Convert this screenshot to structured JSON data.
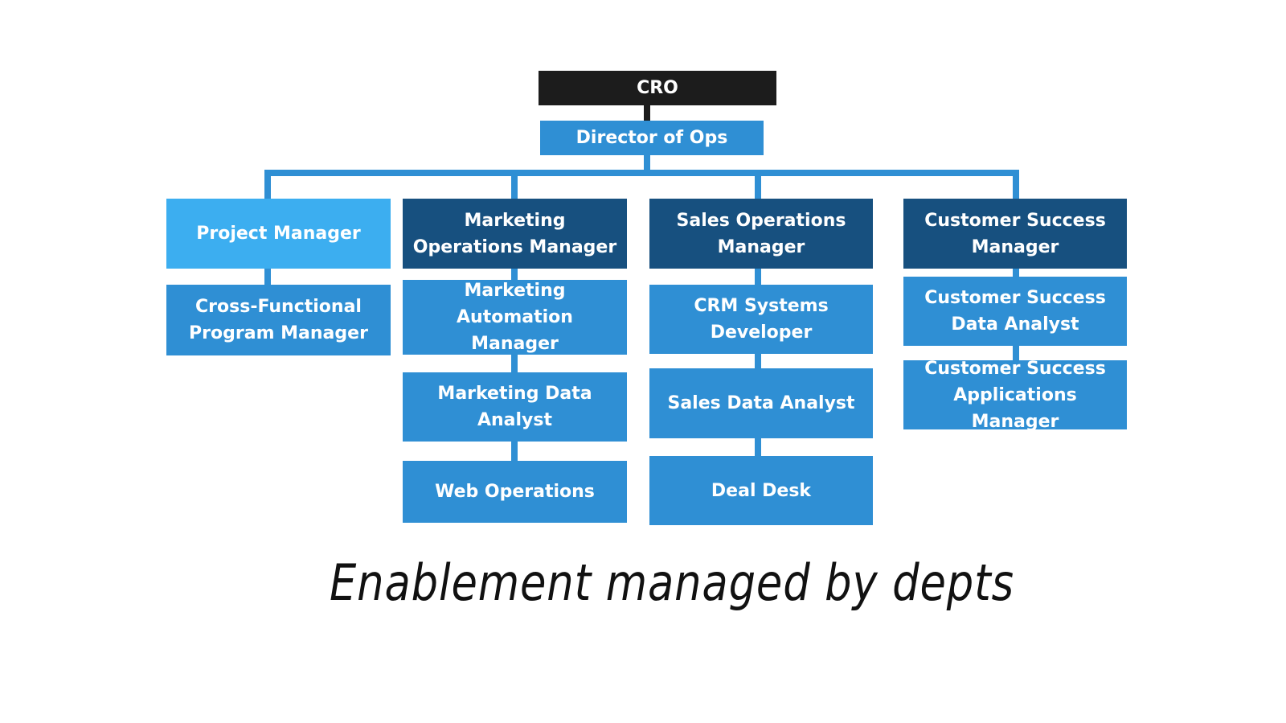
{
  "diagram": {
    "root": {
      "label": "CRO"
    },
    "director": {
      "label": "Director of Ops"
    },
    "columns": [
      {
        "head": {
          "label": "Project Manager"
        },
        "reports": [
          {
            "label": "Cross-Functional\nProgram Manager"
          }
        ]
      },
      {
        "head": {
          "label": "Marketing\nOperations Manager"
        },
        "reports": [
          {
            "label": "Marketing\nAutomation\nManager"
          },
          {
            "label": "Marketing Data\nAnalyst"
          },
          {
            "label": "Web Operations"
          }
        ]
      },
      {
        "head": {
          "label": "Sales Operations\nManager"
        },
        "reports": [
          {
            "label": "CRM Systems\nDeveloper"
          },
          {
            "label": "Sales Data Analyst"
          },
          {
            "label": "Deal Desk"
          }
        ]
      },
      {
        "head": {
          "label": "Customer Success\nManager"
        },
        "reports": [
          {
            "label": "Customer Success\nData Analyst"
          },
          {
            "label": "Customer Success\nApplications\nManager"
          }
        ]
      }
    ],
    "caption": "Enablement managed by depts"
  },
  "colors": {
    "root": "#1c1c1c",
    "mid_blue": "#2f8fd4",
    "light_blue": "#3caef0",
    "dark_blue": "#17507f",
    "caption_ink": "#111111"
  }
}
